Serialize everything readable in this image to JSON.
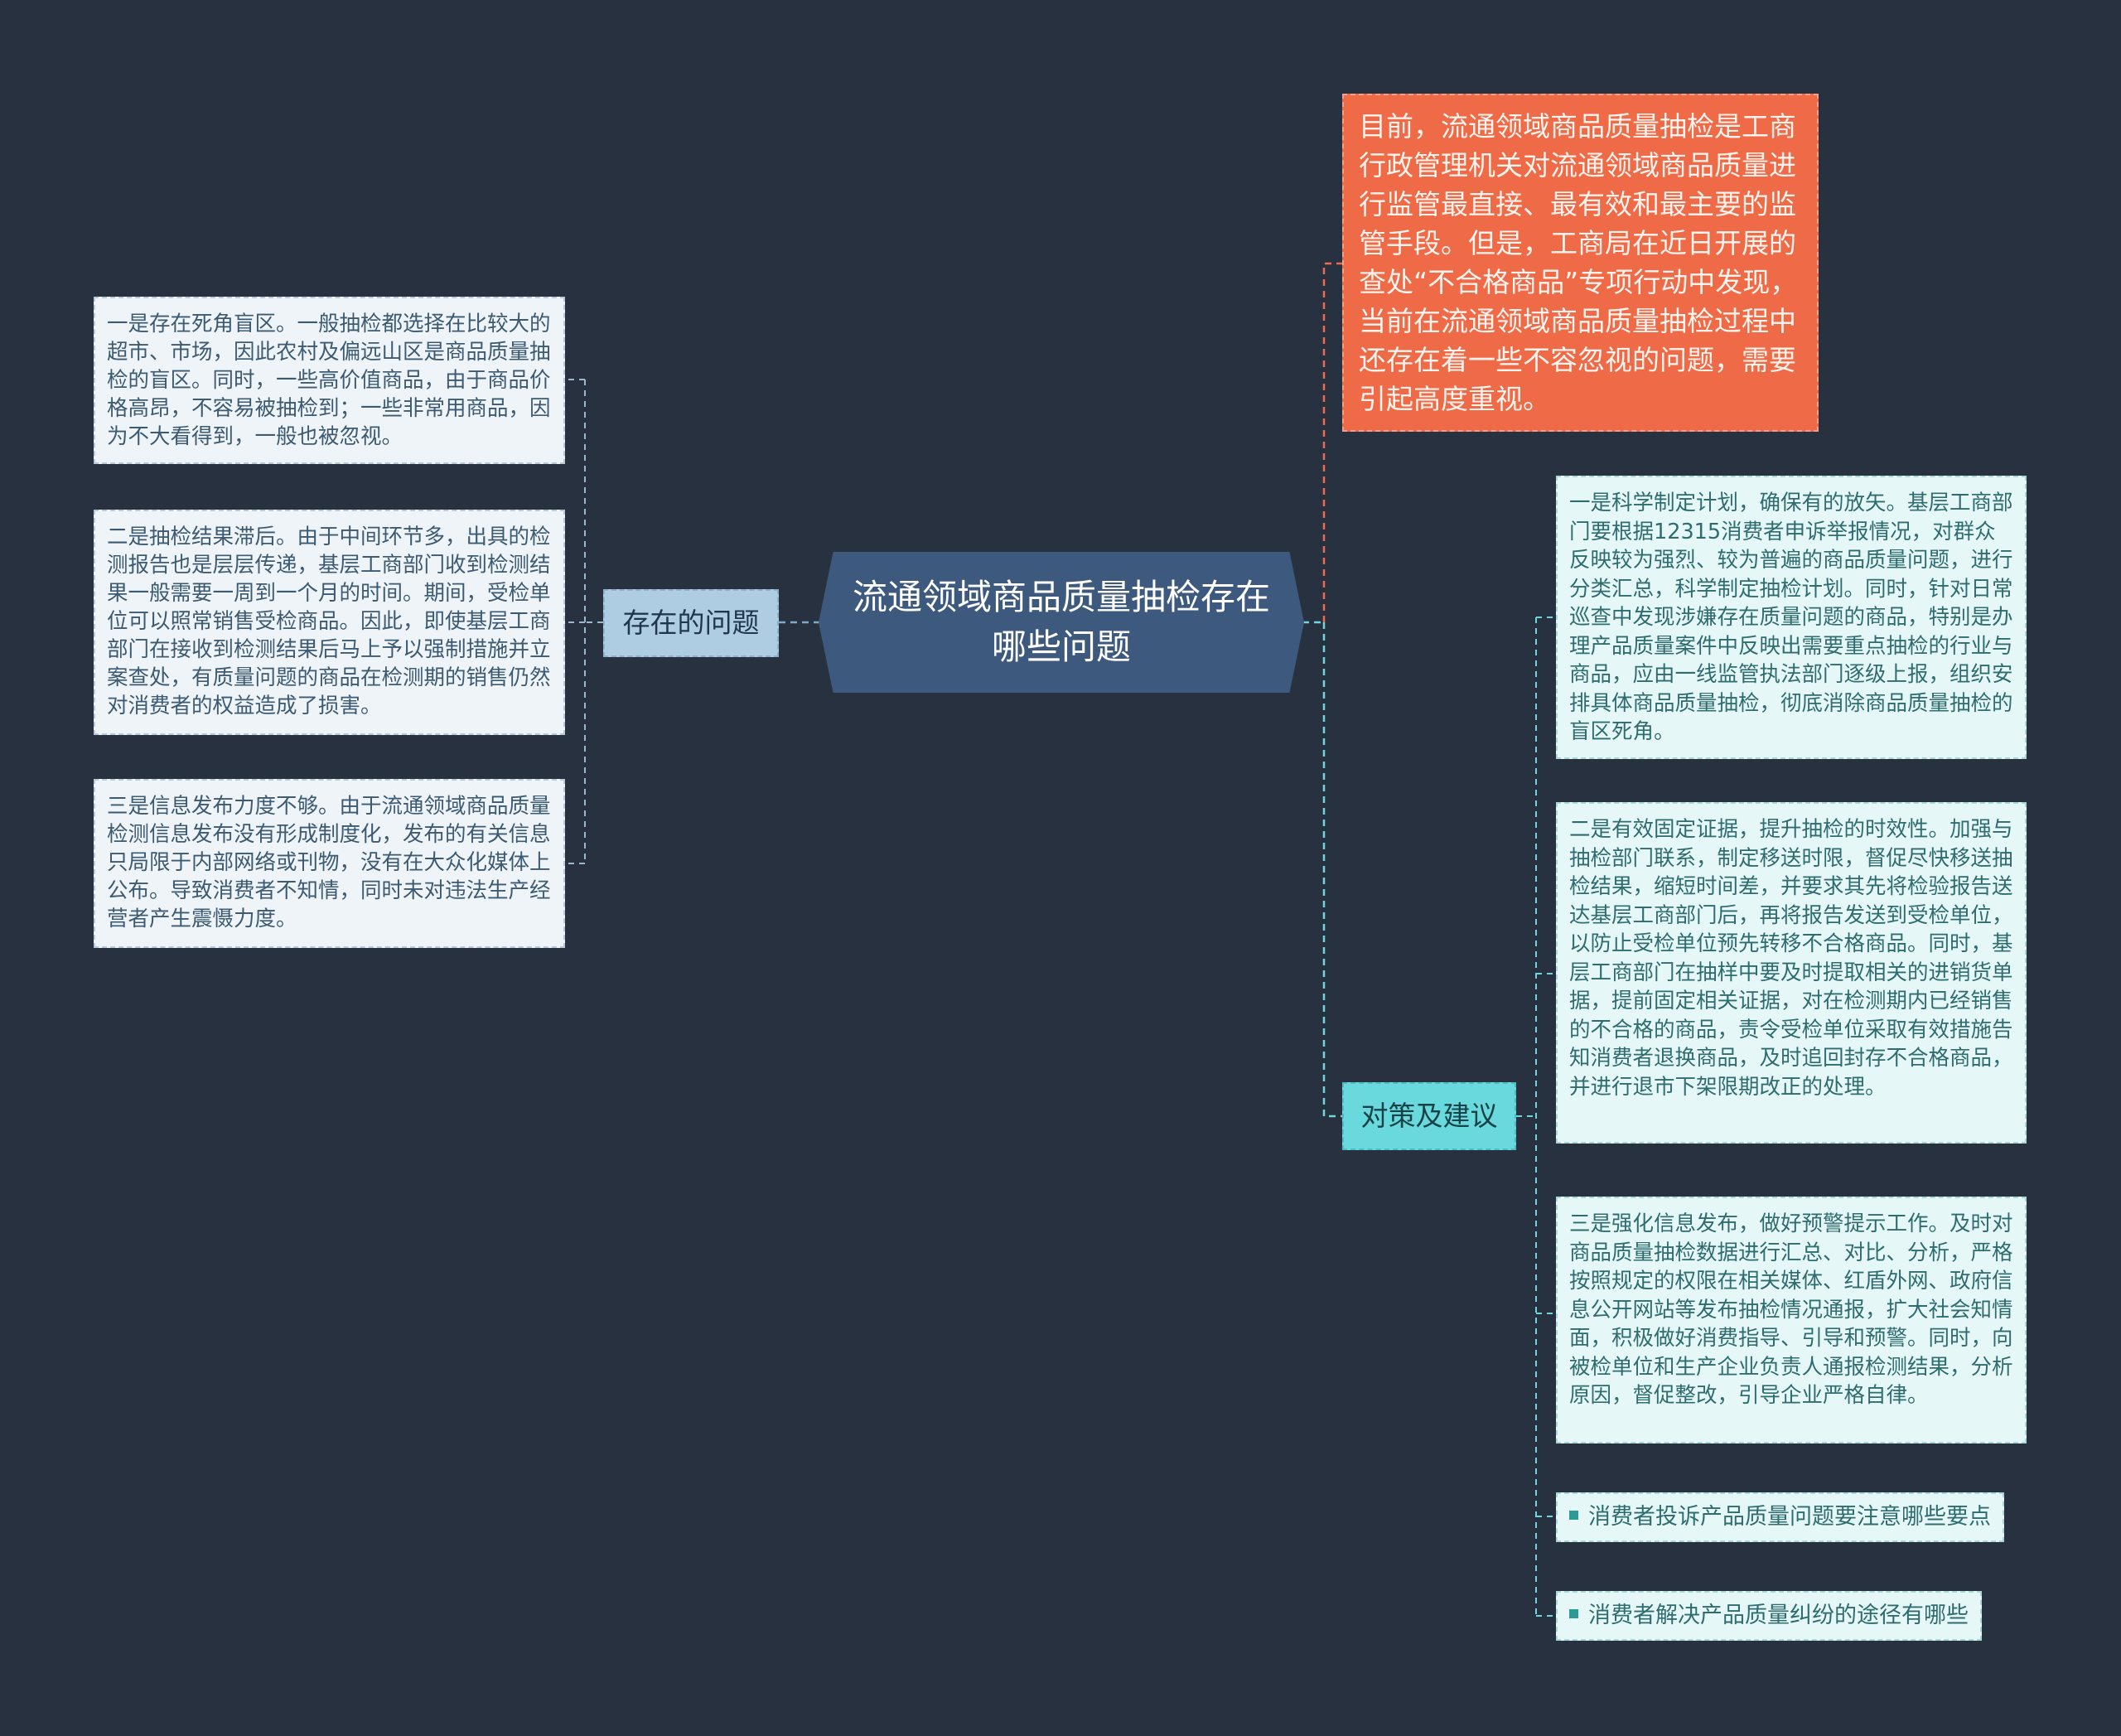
{
  "center": {
    "title": "流通领域商品质量抽检存在哪些问题"
  },
  "intro": {
    "text": "目前，流通领域商品质量抽检是工商行政管理机关对流通领域商品质量进行监管最直接、最有效和最主要的监管手段。但是，工商局在近日开展的查处“不合格商品”专项行动中发现，当前在流通领域商品质量抽检过程中还存在着一些不容忽视的问题，需要引起高度重视。"
  },
  "problems": {
    "label": "存在的问题",
    "items": [
      "一是存在死角盲区。一般抽检都选择在比较大的超市、市场，因此农村及偏远山区是商品质量抽检的盲区。同时，一些高价值商品，由于商品价格高昂，不容易被抽检到；一些非常用商品，因为不大看得到，一般也被忽视。",
      "二是抽检结果滞后。由于中间环节多，出具的检测报告也是层层传递，基层工商部门收到检测结果一般需要一周到一个月的时间。期间，受检单位可以照常销售受检商品。因此，即使基层工商部门在接收到检测结果后马上予以强制措施并立案查处，有质量问题的商品在检测期的销售仍然对消费者的权益造成了损害。",
      "三是信息发布力度不够。由于流通领域商品质量检测信息发布没有形成制度化，发布的有关信息只局限于内部网络或刊物，没有在大众化媒体上公布。导致消费者不知情，同时未对违法生产经营者产生震慑力度。"
    ]
  },
  "measures": {
    "label": "对策及建议",
    "items": [
      "一是科学制定计划，确保有的放矢。基层工商部门要根据12315消费者申诉举报情况，对群众反映较为强烈、较为普遍的商品质量问题，进行分类汇总，科学制定抽检计划。同时，针对日常巡查中发现涉嫌存在质量问题的商品，特别是办理产品质量案件中反映出需要重点抽检的行业与商品，应由一线监管执法部门逐级上报，组织安排具体商品质量抽检，彻底消除商品质量抽检的盲区死角。",
      "二是有效固定证据，提升抽检的时效性。加强与抽检部门联系，制定移送时限，督促尽快移送抽检结果，缩短时间差，并要求其先将检验报告送达基层工商部门后，再将报告发送到受检单位，以防止受检单位预先转移不合格商品。同时，基层工商部门在抽样中要及时提取相关的进销货单据，提前固定相关证据，对在检测期内已经销售的不合格的商品，责令受检单位采取有效措施告知消费者退换商品，及时追回封存不合格商品，并进行退市下架限期改正的处理。",
      "三是强化信息发布，做好预警提示工作。及时对商品质量抽检数据进行汇总、对比、分析，严格按照规定的权限在相关媒体、红盾外网、政府信息公开网站等发布抽检情况通报，扩大社会知情面，积极做好消费指导、引导和预警。同时，向被检单位和生产企业负责人通报检测结果，分析原因，督促整改，引导企业严格自律。"
    ],
    "links": [
      "消费者投诉产品质量问题要注意哪些要点",
      "消费者解决产品质量纠纷的途径有哪些"
    ]
  },
  "colors": {
    "background": "#283140",
    "center": "#3d5a7e",
    "intro": "#ef6a47",
    "branch_left": "#aecde3",
    "branch_right": "#6ad9de"
  }
}
